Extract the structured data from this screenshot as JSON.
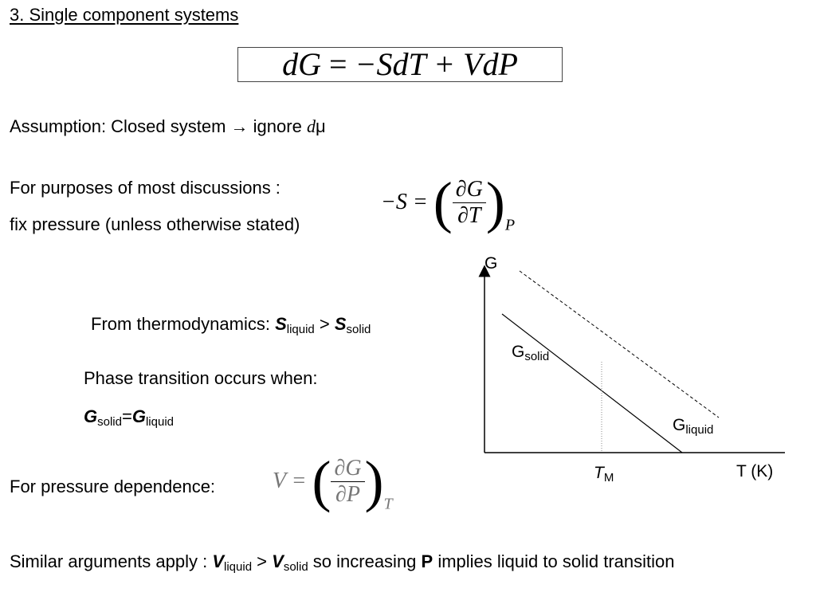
{
  "slide": {
    "title": "3.  Single component systems",
    "main_equation": {
      "lhs": "dG",
      "eq": "=",
      "rhs": "−SdT + VdP"
    },
    "assumption": {
      "text": "Assumption: Closed system ",
      "arrow": "→",
      "tail": " ignore ",
      "dmu_d": "d",
      "dmu_mu": "μ"
    },
    "purposes": {
      "line1": "For purposes of most discussions :",
      "line2": "fix pressure (unless otherwise stated)"
    },
    "entropy_eq": {
      "lhs": "−S =",
      "num": "∂G",
      "den": "∂T",
      "sub": "P",
      "lparen": "(",
      "rparen": ")"
    },
    "thermo": {
      "prefix": "From thermodynamics: ",
      "S1": "S",
      "S1_sub": "liquid",
      "gt": " > ",
      "S2": "S",
      "S2_sub": "solid"
    },
    "phase": {
      "line1": "Phase transition occurs when:",
      "G1": "G",
      "G1_sub": "solid",
      "eq": "=",
      "G2": "G",
      "G2_sub": "liquid"
    },
    "pressure": {
      "label": "For pressure dependence:",
      "lhs": "V =",
      "num": "∂G",
      "den": "∂P",
      "sub": "T",
      "lparen": "(",
      "rparen": ")"
    },
    "similar": {
      "prefix": "Similar arguments apply : ",
      "V1": "V",
      "V1_sub": "liquid",
      "gt": " > ",
      "V2": "V",
      "V2_sub": "solid",
      "mid": "  so increasing ",
      "P": "P",
      "tail": " implies liquid to solid transition"
    }
  },
  "graph": {
    "y_axis_label": "G",
    "x_axis_label": "T (K)",
    "tm_label": "T",
    "tm_sub": "M",
    "g_solid": "G",
    "g_solid_sub": "solid",
    "g_liquid": "G",
    "g_liquid_sub": "liquid"
  }
}
